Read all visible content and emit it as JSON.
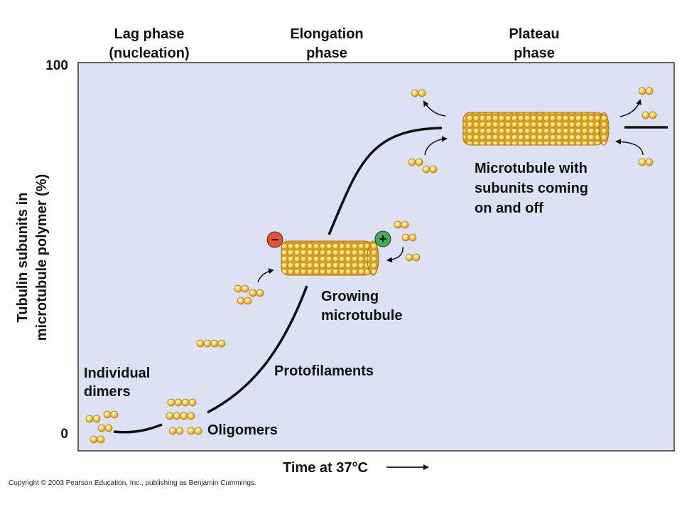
{
  "phases": {
    "lag_line1": "Lag phase",
    "lag_line2": "(nucleation)",
    "elong_line1": "Elongation",
    "elong_line2": "phase",
    "plateau_line1": "Plateau",
    "plateau_line2": "phase"
  },
  "axes": {
    "y_top": "100",
    "y_bottom": "0",
    "y_label_line1": "Tubulin subunits in",
    "y_label_line2": "microtubule polymer (%)",
    "x_label": "Time at 37°C"
  },
  "annotations": {
    "individual_line1": "Individual",
    "individual_line2": "dimers",
    "oligomers": "Oligomers",
    "protofilaments": "Protofilaments",
    "growing_line1": "Growing",
    "growing_line2": "microtubule",
    "mt_line1": "Microtubule with",
    "mt_line2": "subunits coming",
    "mt_line3": "on and off",
    "minus_sign": "−",
    "plus_sign": "+"
  },
  "footer": {
    "copyright": "Copyright © 2003 Pearson Education, Inc., publishing as Benjamin Cummings."
  },
  "colors": {
    "plot_bg": "#dde1f3",
    "bead_light": "#fbe79a",
    "bead_dark": "#e0a51f",
    "minus_end": "#e0523a",
    "plus_end": "#3fae5a"
  }
}
